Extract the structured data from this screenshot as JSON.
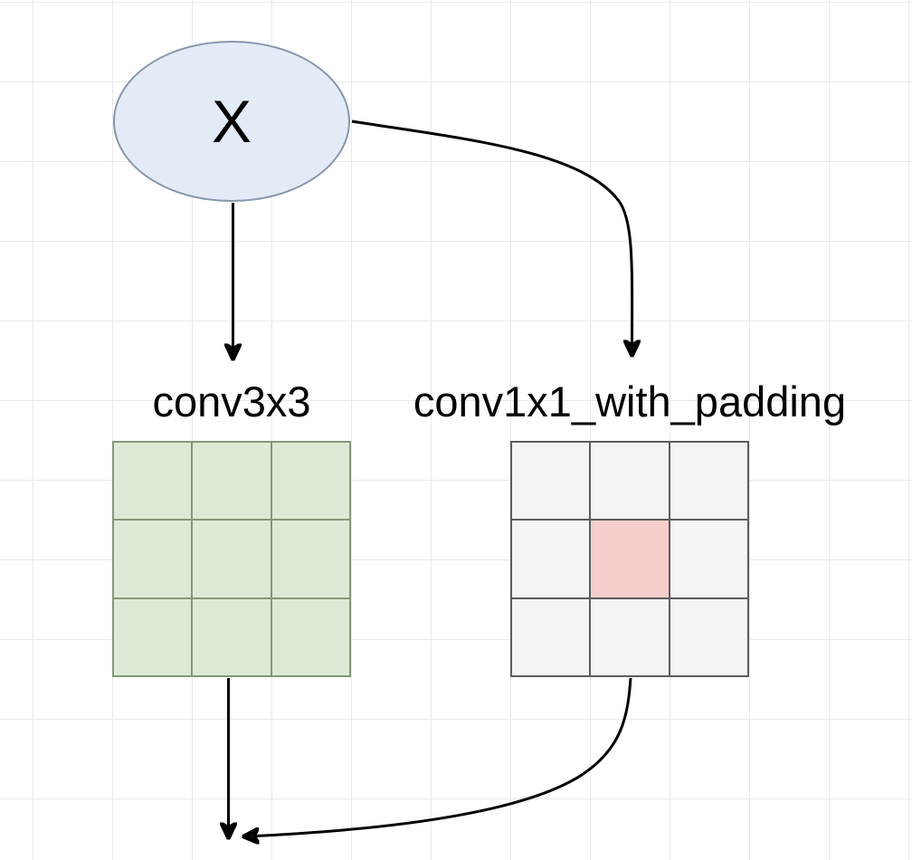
{
  "diagram": {
    "input": {
      "label": "X"
    },
    "branches": [
      {
        "id": "conv3x3",
        "label": "conv3x3",
        "kernel": {
          "rows": 3,
          "cols": 3,
          "cell_fill": "#dcead5",
          "stroke": "#859678",
          "highlight": null
        }
      },
      {
        "id": "conv1x1_with_padding",
        "label": "conv1x1_with_padding",
        "kernel": {
          "rows": 3,
          "cols": 3,
          "cell_fill": "#f4f4f4",
          "stroke": "#5c5c5c",
          "highlight": {
            "row": 1,
            "col": 1,
            "fill": "#f6cecb"
          }
        }
      }
    ],
    "edges": [
      {
        "from": "X",
        "to": "conv3x3"
      },
      {
        "from": "X",
        "to": "conv1x1_with_padding"
      },
      {
        "from": "conv3x3",
        "to": "merge-point"
      },
      {
        "from": "conv1x1_with_padding",
        "to": "merge-point"
      }
    ],
    "colors": {
      "input_fill": "#e3ebf7",
      "input_stroke": "#8796ab",
      "arrow": "#000000",
      "canvas_grid_line": "#e9e9e9",
      "label": "#000000"
    }
  }
}
